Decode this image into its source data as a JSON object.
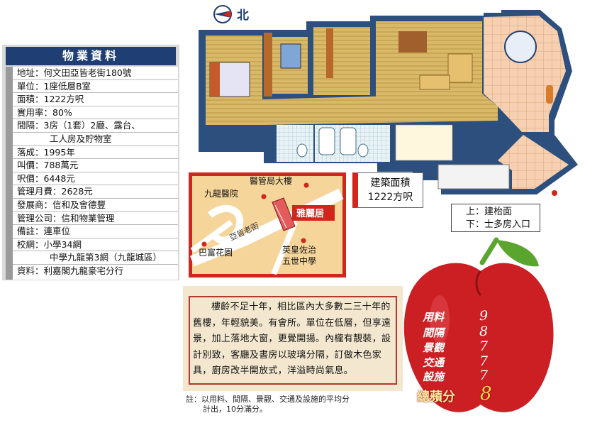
{
  "compass": {
    "north_label": "北"
  },
  "info": {
    "header": "物業資料",
    "rows": [
      "地址：何文田亞皆老街180號",
      "單位：1座低層B室",
      "面積：1222方呎",
      "實用率：80%",
      "間隔：3房（1套）2廳、露台、",
      "工人房及貯物室",
      "落成：1995年",
      "叫價：788萬元",
      "呎價：6448元",
      "管理月費：2628元",
      "發展商：信和及會德豐",
      "管理公司：信和物業管理",
      "備註：連車位",
      "校網：小學34網",
      "中學九龍第3網（九龍城區）",
      "資料：利嘉閣九龍豪宅分行"
    ]
  },
  "area_box": {
    "line1": "建築面積",
    "line2": "1222方呎"
  },
  "entrance": {
    "line1": "上：建枱面",
    "line2": "下：士多房入口"
  },
  "map": {
    "labels": {
      "top": "醫管局大樓",
      "left": "九龍醫院",
      "street": "亞皆老街",
      "building": "雅麗居",
      "bottom_left": "巴富花園",
      "school_1": "英皇佐治",
      "school_2": "五世中學"
    },
    "colors": {
      "land": "#f6d59a",
      "road": "#ffffff",
      "building": "#e35b5b"
    }
  },
  "review": {
    "text": "樓齡不足十年，相比區內大多數二三十年的舊樓，年輕貌美。有會所。單位在低層，但享遠景，加上落地大窗，更覺開揚。內櫳有靚裝，設計別致，客廳及書房以玻璃分隔，訂做木色家具，廚房改半開放式，洋溢時尚氣息。",
    "note_1": "註：以用料、間隔、景觀、交通及設施的平均分",
    "note_2": "計出，10分滿分。"
  },
  "scores": {
    "items": [
      {
        "label": "用料",
        "value": "9"
      },
      {
        "label": "間隔",
        "value": "8"
      },
      {
        "label": "景觀",
        "value": "7"
      },
      {
        "label": "交通",
        "value": "7"
      },
      {
        "label": "設施",
        "value": "7"
      }
    ],
    "total_label": "總蘋分",
    "total_value": "8",
    "colors": {
      "apple": "#cc1f24",
      "leaf": "#5aa52e",
      "text": "#ffffff"
    }
  }
}
